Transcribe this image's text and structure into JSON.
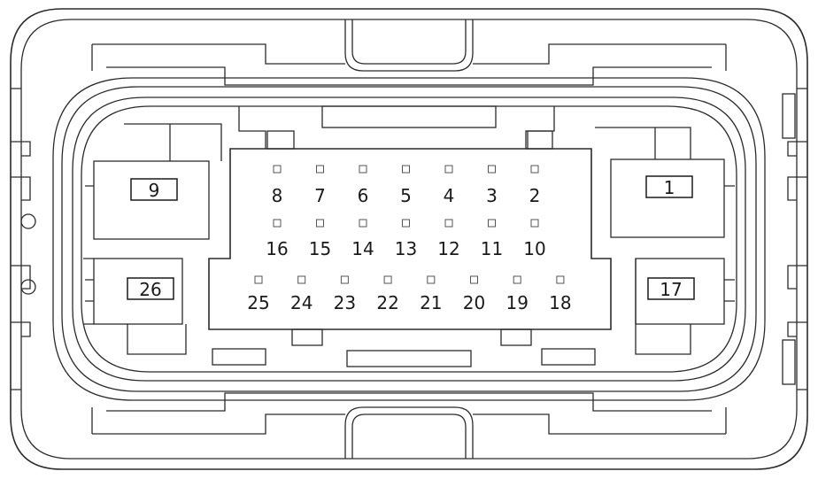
{
  "connector": {
    "row1": [
      "8",
      "7",
      "6",
      "5",
      "4",
      "3",
      "2"
    ],
    "row2": [
      "16",
      "15",
      "14",
      "13",
      "12",
      "11",
      "10"
    ],
    "row3": [
      "25",
      "24",
      "23",
      "22",
      "21",
      "20",
      "19",
      "18"
    ],
    "left_cavities": [
      "9",
      "26"
    ],
    "right_cavities": [
      "1",
      "17"
    ]
  }
}
